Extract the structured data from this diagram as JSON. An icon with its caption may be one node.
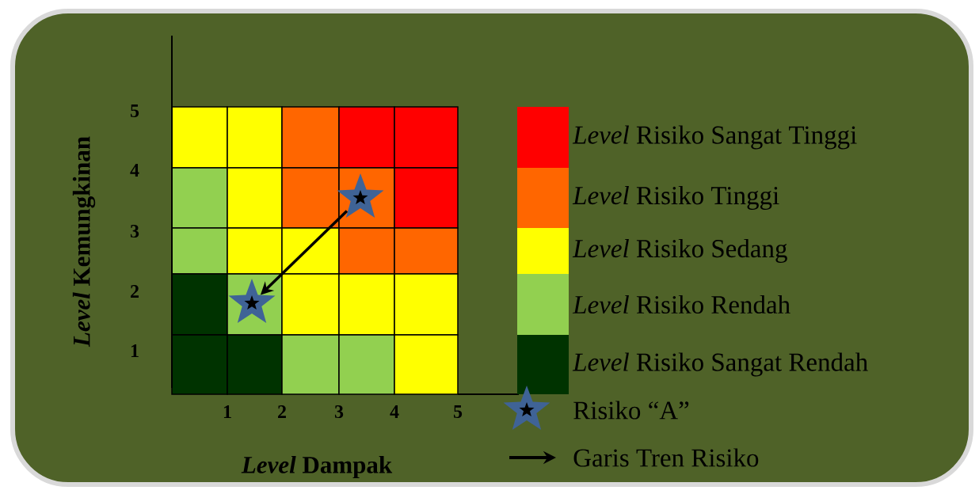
{
  "diagram": {
    "nodes": [
      {
        "text": [],
        "shape": "star"
      },
      {
        "text": [],
        "shape": "star"
      }
    ],
    "edges": [
      {
        "from": 0,
        "to": 1,
        "arrow": "to"
      }
    ],
    "labels": [
      "5",
      "4",
      "3",
      "2",
      "1",
      "*Level* Kemungkinan",
      "1",
      "2",
      "3",
      "4",
      "5",
      "*Level* Dampak"
    ],
    "legend": [
      {
        "text": "*Level* Risiko Sangat Tinggi",
        "color": "#ff0000"
      },
      {
        "text": "*Level* Risiko Tinggi",
        "color": "#ff6600"
      },
      {
        "text": "*Level* Risiko Sedang",
        "color": "#ffff00"
      },
      {
        "text": "*Level* Risiko Rendah",
        "color": "#92d050"
      },
      {
        "text": "*Level* Risiko Sangat Rendah",
        "color": "#003300"
      },
      {
        "text": "Risiko “A”"
      },
      {
        "text": "Garis Tren Risiko"
      }
    ]
  }
}
